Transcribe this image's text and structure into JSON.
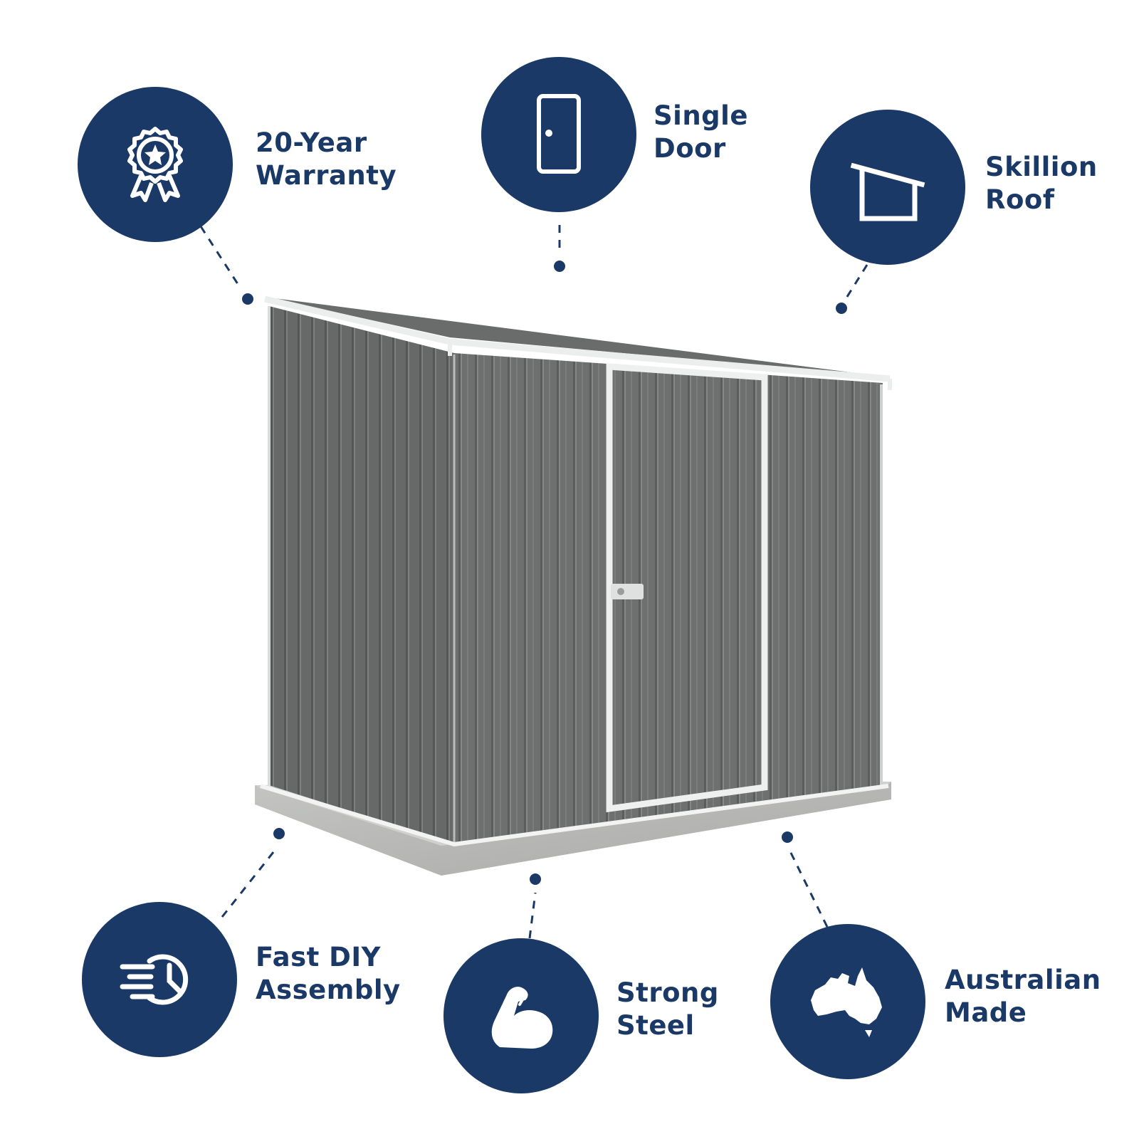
{
  "colors": {
    "brand_navy": "#1b3966",
    "icon_white": "#ffffff",
    "shed_panel": "#6e716f",
    "shed_trim": "#eceeed",
    "concrete_base": "#b5b6b4",
    "connector_line": "#1b3966"
  },
  "product": {
    "image": "grey-steel-garden-shed-skillion-roof-single-door"
  },
  "features": {
    "warranty": {
      "icon": "award-ribbon-star-icon",
      "line1": "20-Year",
      "line2": "Warranty"
    },
    "door": {
      "icon": "door-icon",
      "line1": "Single",
      "line2": "Door"
    },
    "roof": {
      "icon": "skillion-roof-icon",
      "line1": "Skillion",
      "line2": "Roof"
    },
    "assembly": {
      "icon": "fast-clock-icon",
      "line1": "Fast DIY",
      "line2": "Assembly"
    },
    "steel": {
      "icon": "flexed-bicep-icon",
      "line1": "Strong",
      "line2": "Steel"
    },
    "australian": {
      "icon": "australia-map-icon",
      "line1": "Australian",
      "line2": "Made"
    }
  }
}
